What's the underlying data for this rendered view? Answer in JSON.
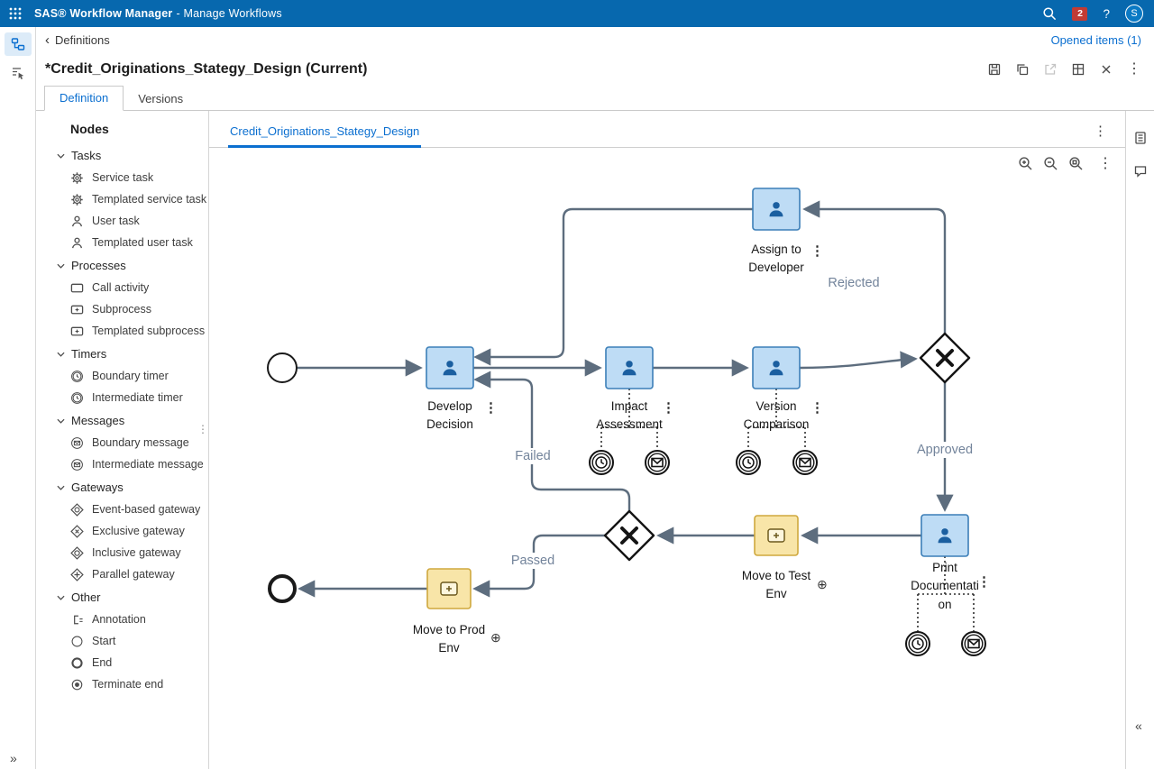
{
  "topbar": {
    "product": "SAS® Workflow Manager",
    "subtitle": "- Manage Workflows",
    "notification_count": "2",
    "help": "?",
    "avatar_initial": "S"
  },
  "header": {
    "back": "Definitions",
    "opened_items": "Opened items (1)",
    "title": "*Credit_Originations_Stategy_Design (Current)"
  },
  "tabs": {
    "definition": "Definition",
    "versions": "Versions"
  },
  "palette": {
    "title": "Nodes",
    "sections": [
      {
        "label": "Tasks",
        "items": [
          {
            "label": "Service task",
            "icon": "gear"
          },
          {
            "label": "Templated service task",
            "icon": "gear"
          },
          {
            "label": "User task",
            "icon": "user"
          },
          {
            "label": "Templated user task",
            "icon": "user"
          }
        ]
      },
      {
        "label": "Processes",
        "items": [
          {
            "label": "Call activity",
            "icon": "rounded-rect"
          },
          {
            "label": "Subprocess",
            "icon": "subprocess"
          },
          {
            "label": "Templated subprocess",
            "icon": "subprocess"
          }
        ]
      },
      {
        "label": "Timers",
        "items": [
          {
            "label": "Boundary timer",
            "icon": "clock-circle"
          },
          {
            "label": "Intermediate timer",
            "icon": "clock-circle"
          }
        ]
      },
      {
        "label": "Messages",
        "items": [
          {
            "label": "Boundary message",
            "icon": "envelope-circle"
          },
          {
            "label": "Intermediate message",
            "icon": "envelope-circle"
          }
        ]
      },
      {
        "label": "Gateways",
        "items": [
          {
            "label": "Event-based gateway",
            "icon": "diamond-circle"
          },
          {
            "label": "Exclusive gateway",
            "icon": "diamond-x"
          },
          {
            "label": "Inclusive gateway",
            "icon": "diamond-o"
          },
          {
            "label": "Parallel gateway",
            "icon": "diamond-plus"
          }
        ]
      },
      {
        "label": "Other",
        "items": [
          {
            "label": "Annotation",
            "icon": "annotation"
          },
          {
            "label": "Start",
            "icon": "circle-thin"
          },
          {
            "label": "End",
            "icon": "circle-bold"
          },
          {
            "label": "Terminate end",
            "icon": "circle-dot"
          }
        ]
      }
    ]
  },
  "canvas": {
    "tab": "Credit_Originations_Stategy_Design"
  },
  "diagram": {
    "nodes": {
      "assign_to_developer": {
        "type": "user-task",
        "label": [
          "Assign to",
          "Developer"
        ]
      },
      "develop_decision": {
        "type": "user-task",
        "label": [
          "Develop",
          "Decision"
        ]
      },
      "impact_assessment": {
        "type": "user-task",
        "label": [
          "Impact",
          "Assessment"
        ]
      },
      "version_comparison": {
        "type": "user-task",
        "label": [
          "Version",
          "Comparison"
        ]
      },
      "print_documentation": {
        "type": "user-task",
        "label": [
          "Print",
          "Documentati",
          "on"
        ]
      },
      "move_to_test_env": {
        "type": "subprocess",
        "label": [
          "Move to Test",
          "Env"
        ]
      },
      "move_to_prod_env": {
        "type": "subprocess",
        "label": [
          "Move to Prod",
          "Env"
        ]
      }
    },
    "edge_labels": {
      "rejected": "Rejected",
      "approved": "Approved",
      "failed": "Failed",
      "passed": "Passed"
    }
  },
  "colors": {
    "topbar": "#0768ae",
    "accent_blue": "#0b6fd0",
    "badge_red": "#c23b34",
    "edge": "#5d6d7e",
    "edge_label": "#73849b",
    "task_fill": "#bedcf5",
    "task_border": "#3c7fb8",
    "subprocess_fill": "#f8e5a8",
    "subprocess_border": "#cfa83e"
  }
}
